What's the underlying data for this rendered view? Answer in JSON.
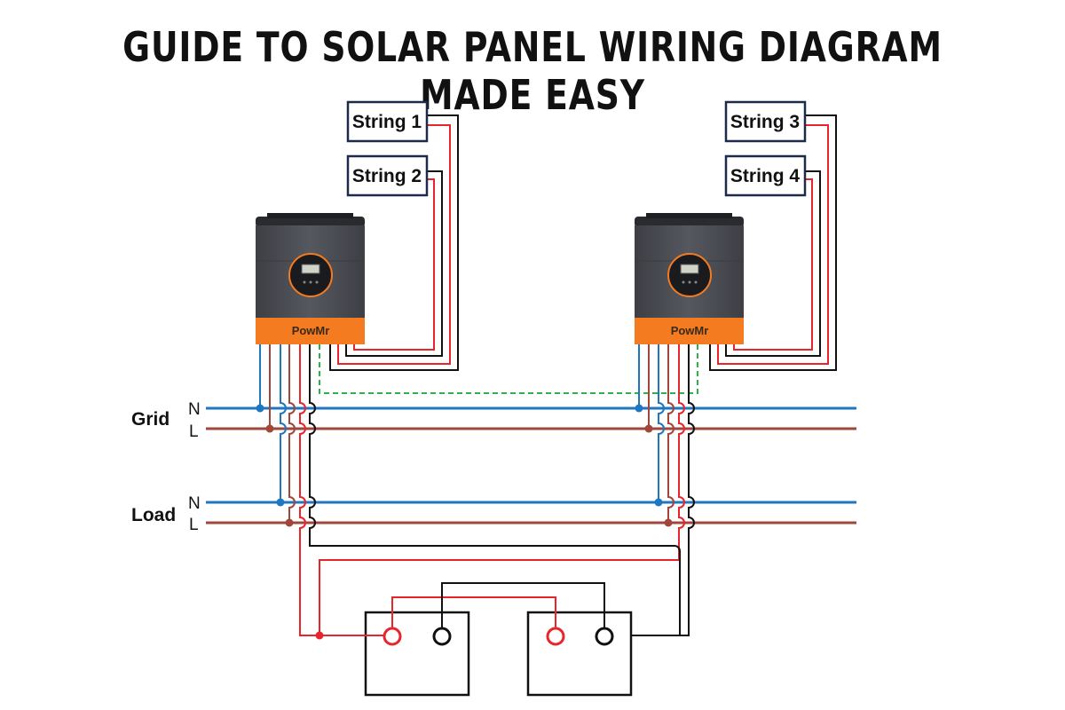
{
  "title": "GUIDE TO SOLAR PANEL WIRING DIAGRAM MADE EASY",
  "strings": [
    {
      "label": "String 1"
    },
    {
      "label": "String 2"
    },
    {
      "label": "String 3"
    },
    {
      "label": "String 4"
    }
  ],
  "inverters": [
    {
      "brand": "PowMr"
    },
    {
      "brand": "PowMr"
    }
  ],
  "buses": {
    "grid": {
      "label": "Grid",
      "n": "N",
      "l": "L"
    },
    "load": {
      "label": "Load",
      "n": "N",
      "l": "L"
    }
  },
  "colors": {
    "neutral_wire": "#1f77c0",
    "line_wire": "#a0463a",
    "pv_positive": "#e8252b",
    "pv_negative": "#111111",
    "comm_cable": "#2db34a",
    "inverter_body": "#4a4c52",
    "inverter_accent": "#f47b20",
    "label_border": "#1e2a4a"
  },
  "icons": {
    "battery": "battery-icon",
    "inverter": "inverter-icon"
  }
}
